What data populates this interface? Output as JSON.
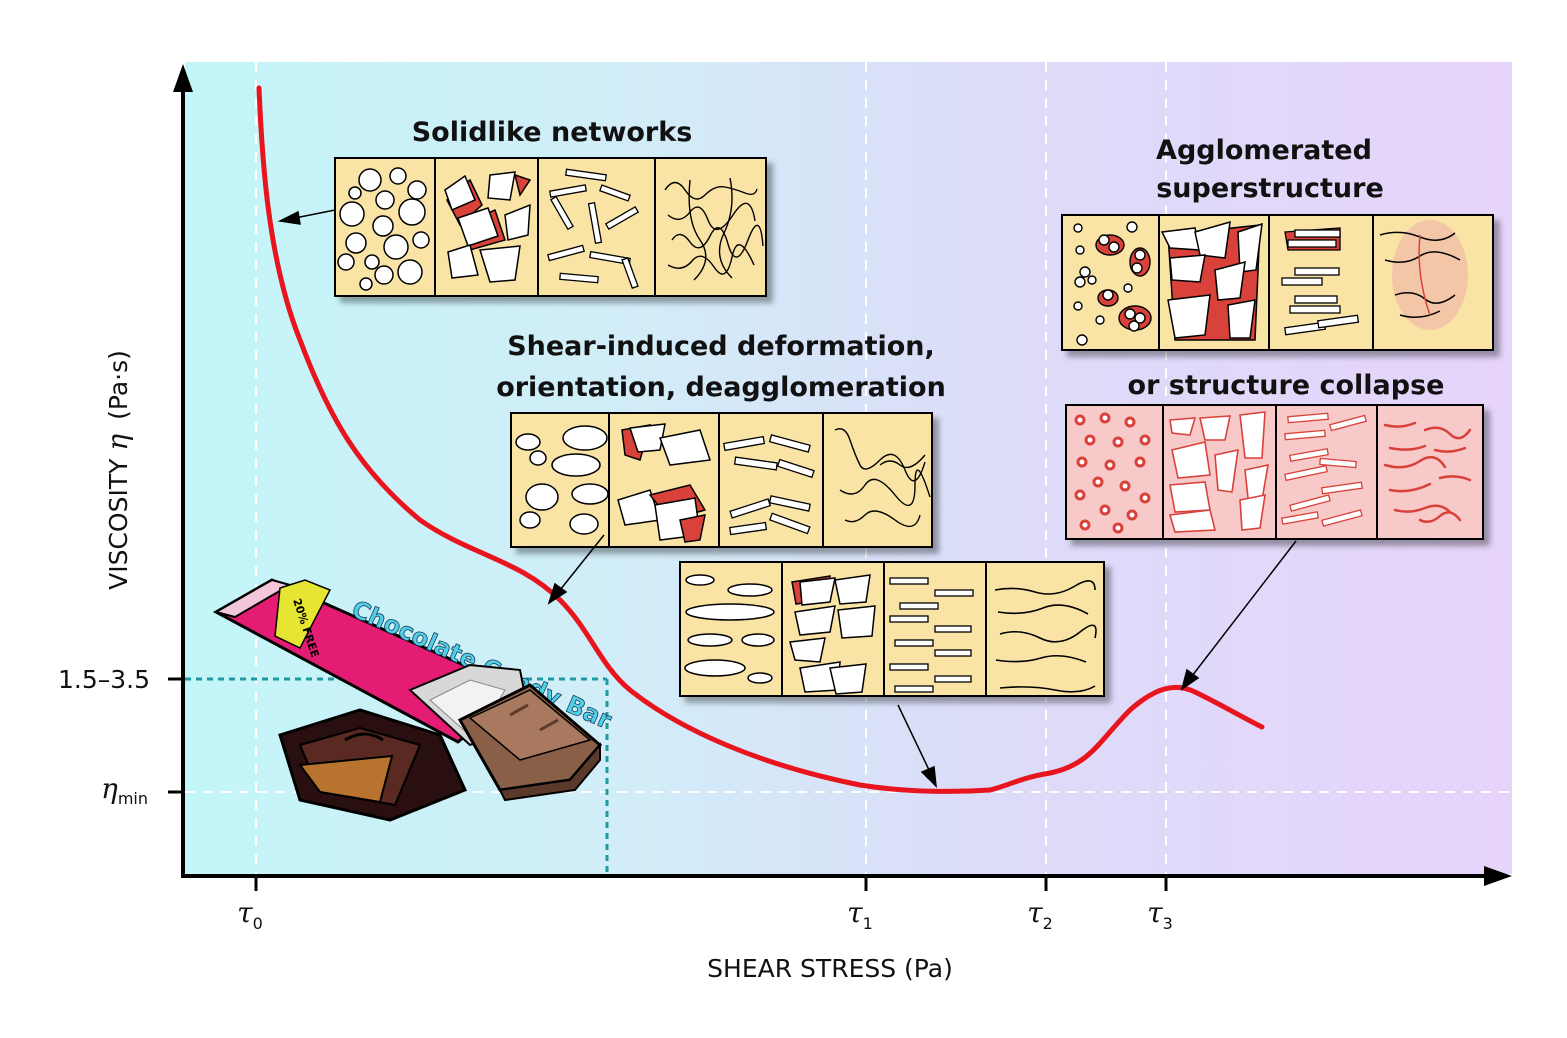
{
  "axes": {
    "y_label_main": "VISCOSITY",
    "y_label_symbol": "η",
    "y_label_unit": "(Pa·s)",
    "x_label": "SHEAR STRESS (Pa)",
    "y_tick_upper": "1.5–3.5",
    "y_tick_lower_symbol": "η",
    "y_tick_lower_sub": "min"
  },
  "tau_ticks": [
    {
      "symbol": "τ",
      "sub": "0"
    },
    {
      "symbol": "τ",
      "sub": "1"
    },
    {
      "symbol": "τ",
      "sub": "2"
    },
    {
      "symbol": "τ",
      "sub": "3"
    }
  ],
  "annotations": {
    "solidlike": "Solidlike networks",
    "shear_line1": "Shear-induced deformation,",
    "shear_line2": "orientation, deagglomeration",
    "agglom_line1": "Agglomerated",
    "agglom_line2": "superstructure",
    "collapse": "or structure collapse"
  },
  "candy_bar": {
    "wrapper_text": "Chocolate Candy Bar",
    "badge_text": "20% FREE"
  },
  "colors": {
    "curve": "#e8141e",
    "panel_fill": "#f9e4a6",
    "panel_pink": "#f7c9c9",
    "particle_red": "#d8423a",
    "bg_left": "#c8f5f8",
    "bg_right": "#e6d4fb",
    "guide_teal": "#1e9aa0"
  }
}
